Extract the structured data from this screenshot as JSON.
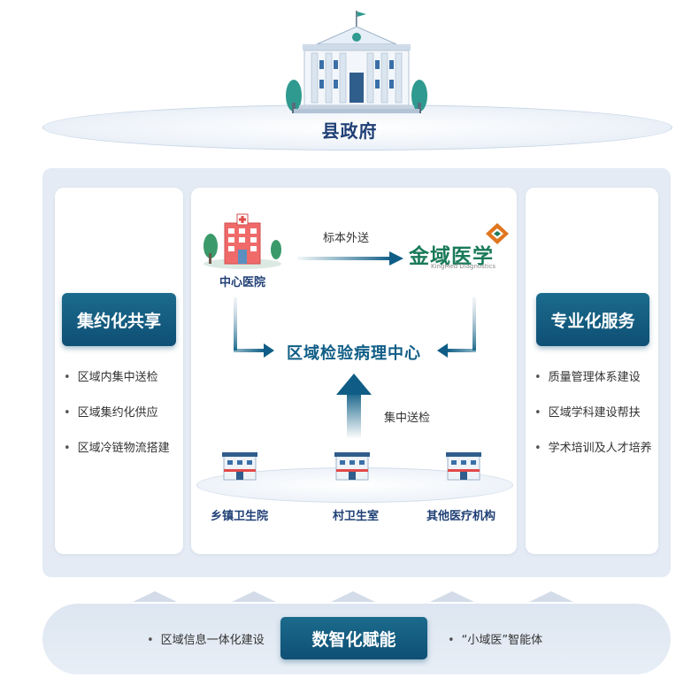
{
  "government": {
    "label": "县政府"
  },
  "left_panel": {
    "title": "集约化共享",
    "items": [
      "区域内集中送检",
      "区域集约化供应",
      "区域冷链物流搭建"
    ]
  },
  "right_panel": {
    "title": "专业化服务",
    "items": [
      "质量管理体系建设",
      "区域学科建设帮扶",
      "学术培训及人才培养"
    ]
  },
  "center": {
    "central_hospital": "中心医院",
    "send_label": "标本外送",
    "partner_logo": {
      "name": "金域医学",
      "subtitle": "KingMed Diagnostics"
    },
    "hub_title": "区域检验病理中心",
    "collect_label": "集中送检",
    "facilities": [
      "乡镇卫生院",
      "村卫生室",
      "其他医疗机构"
    ]
  },
  "bottom": {
    "title": "数智化赋能",
    "left_item": "区域信息一体化建设",
    "right_item": "“小域医”智能体"
  },
  "colors": {
    "accent_dark": "#0f4f75",
    "accent_text": "#0f5d86",
    "logo_green": "#1a7a5a",
    "panel_bg": "#e4ebf4"
  }
}
